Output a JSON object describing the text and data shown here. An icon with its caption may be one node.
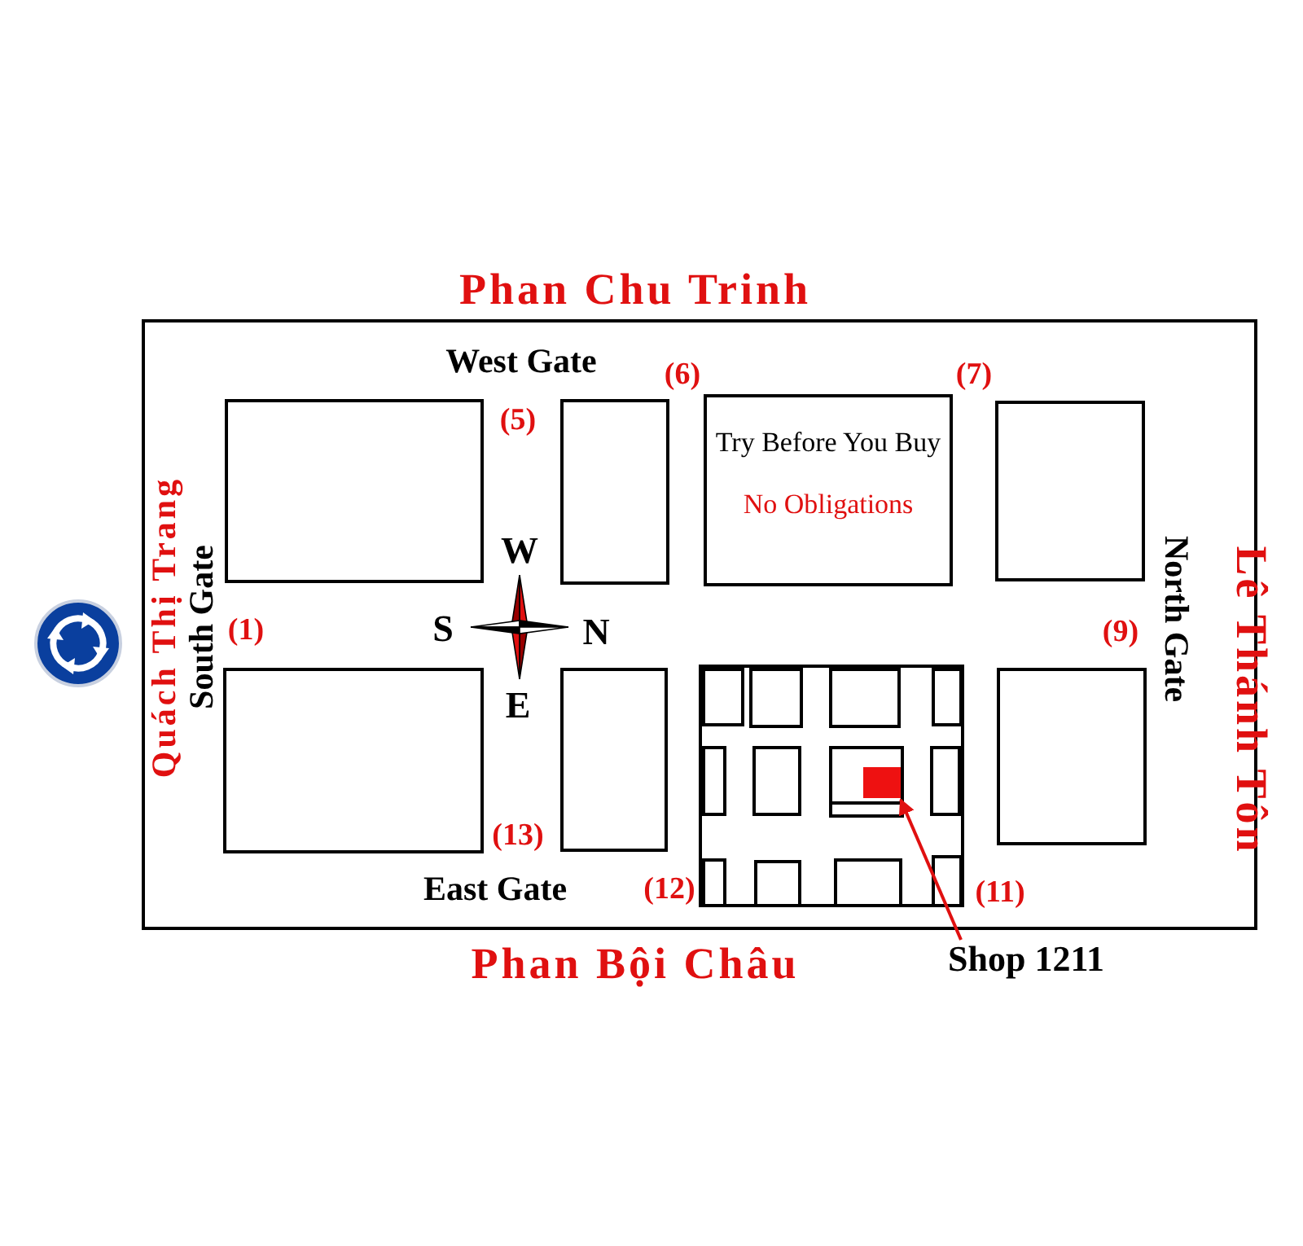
{
  "diagram": {
    "nodes": [
      {
        "text": [],
        "shape": "box"
      },
      {
        "text": [],
        "shape": "box"
      },
      {
        "text": [
          "Try Before You Buy",
          "No Obligations"
        ]
      },
      {
        "text": [],
        "shape": "box"
      },
      {
        "text": [],
        "shape": "box"
      },
      {
        "text": [],
        "shape": "box"
      },
      {
        "text": [],
        "shape": "box"
      },
      {
        "text": [],
        "shape": "box",
        "in": 6
      },
      {
        "text": [
          "Shop 1211"
        ]
      },
      {
        "text": [],
        "shape": "box"
      }
    ],
    "edges": [
      {
        "from": 8,
        "to": 7,
        "arrow": "to"
      }
    ],
    "labels": [
      "Phan Chu Trinh",
      "West Gate",
      "(6)",
      "(7)",
      "(5)",
      "Lê Thánh Tôn",
      "Quách Thị Trang",
      "South Gate",
      "W",
      "North Gate",
      "S",
      "N",
      "(1)",
      "(9)",
      "E",
      "(13)",
      "East Gate",
      "(12)",
      "(11)",
      "Phan Bội Châu"
    ]
  }
}
